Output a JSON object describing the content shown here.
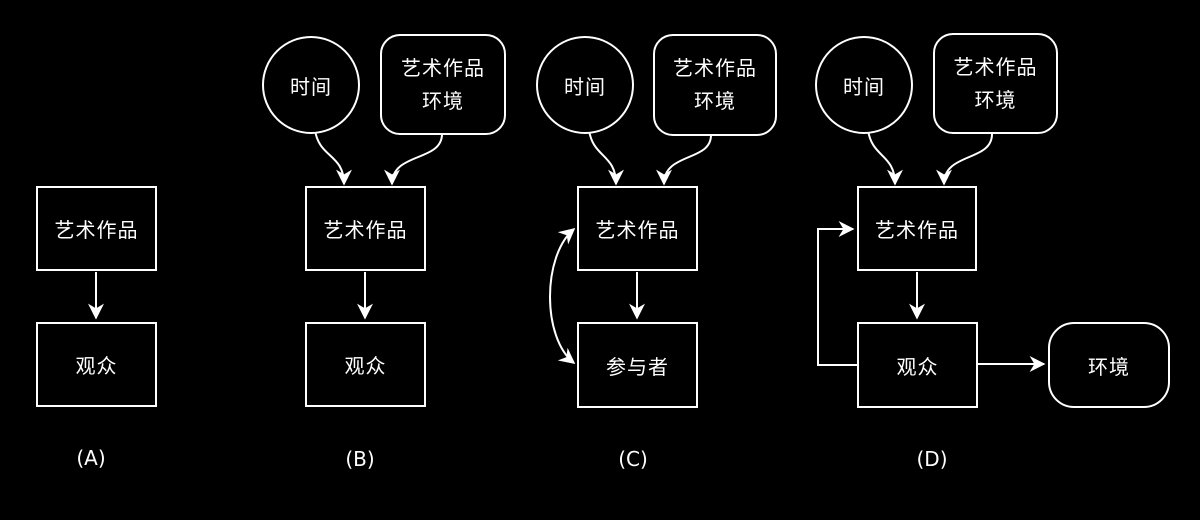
{
  "colors": {
    "background": "#000000",
    "line": "#ffffff",
    "text": "#ffffff"
  },
  "panels": [
    {
      "label": "(A)",
      "nodes": {
        "artwork": "艺术作品",
        "audience": "观众"
      }
    },
    {
      "label": "(B)",
      "nodes": {
        "time": "时间",
        "env_line1": "艺术作品",
        "env_line2": "环境",
        "artwork": "艺术作品",
        "audience": "观众"
      }
    },
    {
      "label": "(C)",
      "nodes": {
        "time": "时间",
        "env_line1": "艺术作品",
        "env_line2": "环境",
        "artwork": "艺术作品",
        "participant": "参与者"
      }
    },
    {
      "label": "(D)",
      "nodes": {
        "time": "时间",
        "env_line1": "艺术作品",
        "env_line2": "环境",
        "artwork": "艺术作品",
        "audience": "观众",
        "environment": "环境"
      }
    }
  ]
}
